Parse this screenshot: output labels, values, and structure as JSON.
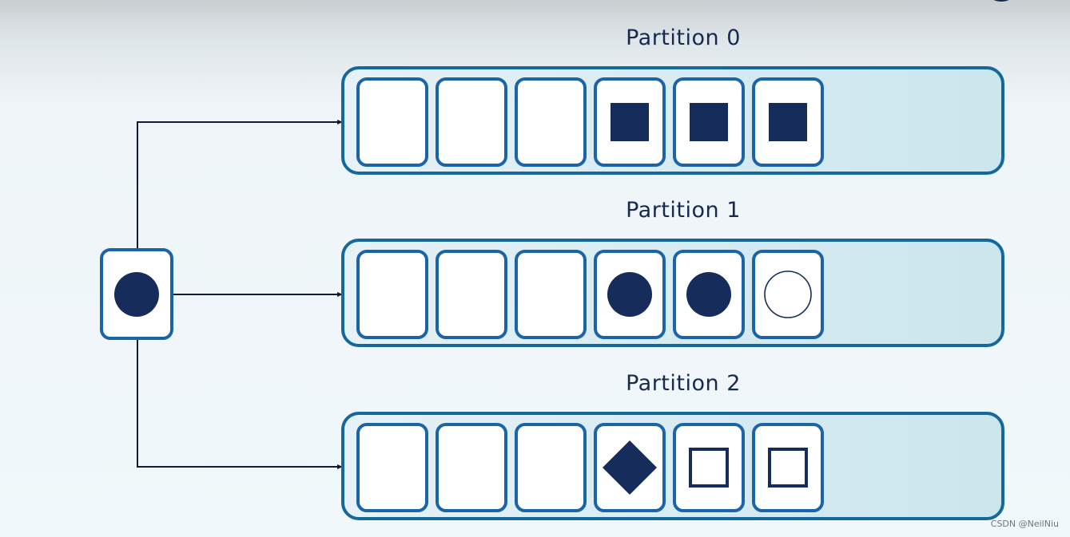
{
  "partitions": [
    {
      "title": "Partition 0",
      "messages": [
        "empty",
        "empty",
        "empty",
        "filled-square",
        "filled-square",
        "filled-square"
      ]
    },
    {
      "title": "Partition 1",
      "messages": [
        "empty",
        "empty",
        "empty",
        "filled-circle",
        "filled-circle",
        "outline-circle"
      ]
    },
    {
      "title": "Partition 2",
      "messages": [
        "empty",
        "empty",
        "empty",
        "filled-diamond",
        "outline-square",
        "outline-square"
      ]
    }
  ],
  "producer": {
    "message": "filled-circle"
  },
  "watermark": "CSDN @NeilNiu",
  "colors": {
    "shape": "#162c5a",
    "slot_border": "#1b64a8",
    "bar_border": "#14689c",
    "arrow": "#0f1c33"
  }
}
